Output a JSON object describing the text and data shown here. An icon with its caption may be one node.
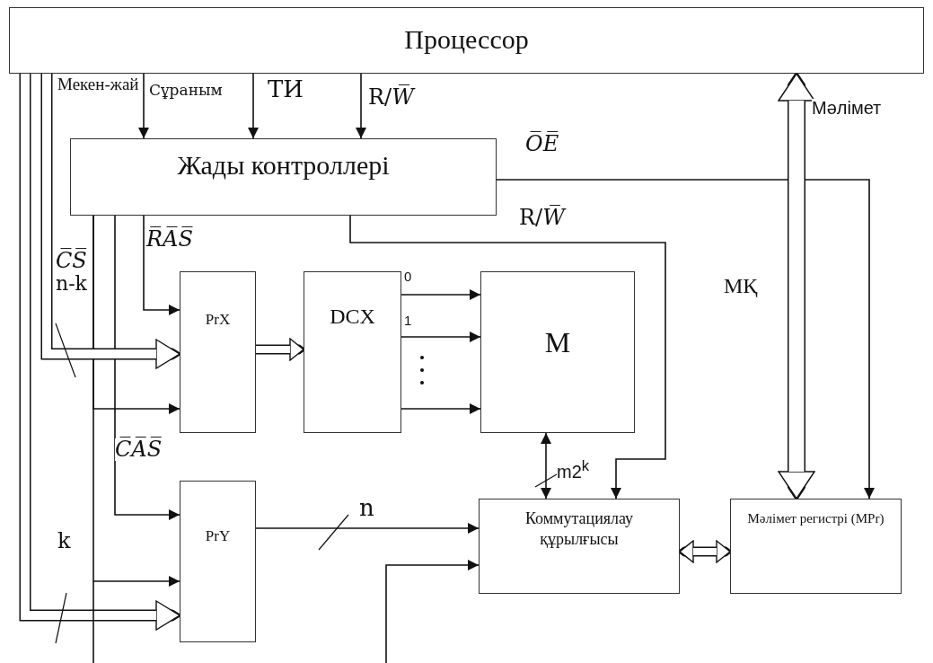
{
  "diagram": {
    "nodes": [
      {
        "text": [
          "Процессор"
        ]
      },
      {
        "text": [
          "Жады контроллері"
        ]
      },
      {
        "text": [
          "PrX"
        ]
      },
      {
        "text": [
          "DCX"
        ]
      },
      {
        "text": [
          "M"
        ]
      },
      {
        "text": [
          "PrY"
        ]
      },
      {
        "text": [
          "Коммутациялау құрылғысы"
        ]
      },
      {
        "text": [
          "Мәлімет регистрі (MPr)"
        ]
      }
    ],
    "edges": [
      {
        "from": 0,
        "to": 1,
        "arrow": "to",
        "label": "Сұраным"
      },
      {
        "from": 0,
        "to": 1,
        "arrow": "to",
        "label": "ТИ"
      },
      {
        "from": 0,
        "to": 1,
        "arrow": "to",
        "label": "R/*W̅*"
      },
      {
        "from": 0,
        "to": 7,
        "arrow": "both",
        "style": "thick",
        "label": "Мәлімет"
      },
      {
        "from": 1,
        "to": 7,
        "arrow": "to",
        "label": "O̅E̅"
      },
      {
        "from": 1,
        "to": 6,
        "arrow": "to",
        "label": "R/*W̅*"
      },
      {
        "from": 1,
        "to": 2,
        "arrow": "to",
        "label": "R̅A̅S̅"
      },
      {
        "from": 1,
        "to": 2,
        "arrow": "to",
        "label": "C̅S̅"
      },
      {
        "from": 1,
        "to": 5,
        "arrow": "to"
      },
      {
        "from": 1,
        "to": 5,
        "arrow": "to",
        "label": "C̅A̅S̅"
      },
      {
        "from": 0,
        "to": 2,
        "arrow": "to",
        "style": "thick",
        "label": "n-k"
      },
      {
        "from": 0,
        "to": 5,
        "arrow": "to",
        "style": "thick",
        "label": "k"
      },
      {
        "from": 2,
        "to": 3,
        "arrow": "to",
        "style": "thick"
      },
      {
        "from": 3,
        "to": 4,
        "arrow": "to",
        "label": "0"
      },
      {
        "from": 3,
        "to": 4,
        "arrow": "to",
        "label": "1"
      },
      {
        "from": 3,
        "to": 4,
        "arrow": "to"
      },
      {
        "from": 4,
        "to": 6,
        "arrow": "both",
        "label": "m2$^{k}$"
      },
      {
        "from": 5,
        "to": 6,
        "arrow": "to",
        "label": "n"
      },
      {
        "from": null,
        "to": 6,
        "arrow": "to"
      },
      {
        "from": 6,
        "to": 7,
        "arrow": "both",
        "style": "thick"
      }
    ],
    "labels": [
      "Мекен-жай",
      "МҚ"
    ]
  }
}
